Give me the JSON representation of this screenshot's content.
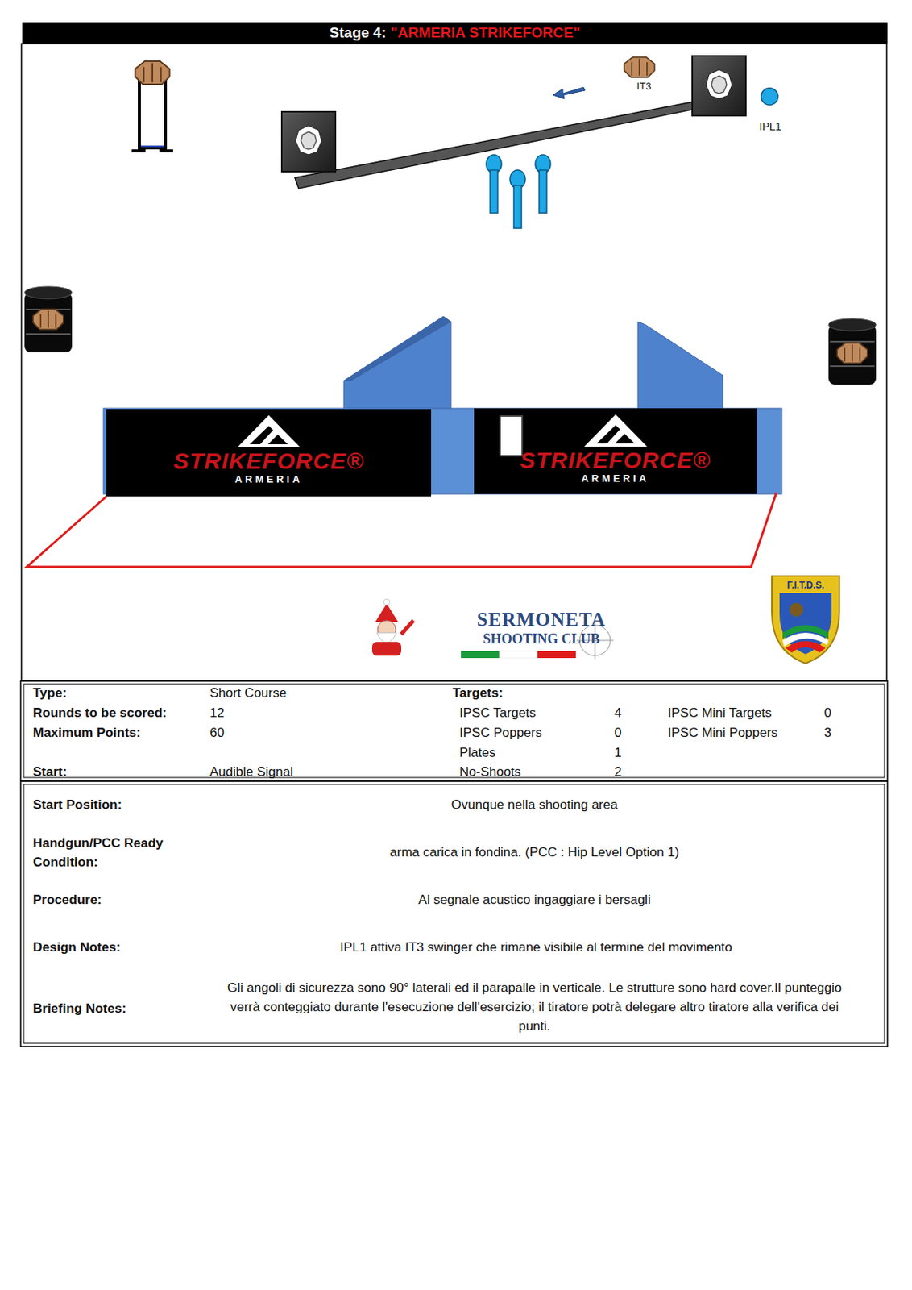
{
  "diagram": {
    "nodes": [
      {
        "text": [
          "Stage 4:",
          "\"ARMERIA STRIKEFORCE\""
        ]
      },
      {
        "text": [
          "STRIKEFORCE®",
          "ARMERIA"
        ]
      },
      {
        "text": [
          "STRIKEFORCE®",
          "ARMERIA"
        ]
      }
    ],
    "labels": [
      "IT3",
      "IPL1",
      "SERMONETA",
      "SHOOTING CLUB",
      "F.I.T.D.S.",
      "Type:",
      "Short Course",
      "Rounds to be scored:",
      "12",
      "Maximum Points:",
      "60",
      "Start:",
      "Audible Signal",
      "Targets:",
      "IPSC Targets",
      "4",
      "IPSC Poppers",
      "0",
      "Plates",
      "1",
      "No-Shoots",
      "2",
      "IPSC Mini Targets",
      "0",
      "IPSC Mini Poppers",
      "3",
      "Start Position:",
      "Ovunque nella shooting area",
      "Handgun/PCC Ready Condition:",
      "arma carica in fondina. (PCC : Hip Level Option 1)",
      "Procedure:",
      "Al segnale acustico ingaggiare i bersagli",
      "Design Notes:",
      "IPL1 attiva IT3 swinger che rimane visibile al termine del movimento",
      "Briefing Notes:",
      "Gli angoli di sicurezza sono 90° laterali ed il parapalle in verticale. Le strutture sono hard cover.Il punteggio verrà conteggiato durante l'esecuzione dell'esercizio; il tiratore potrà delegare altro tiratore alla verifica dei punti."
    ]
  }
}
